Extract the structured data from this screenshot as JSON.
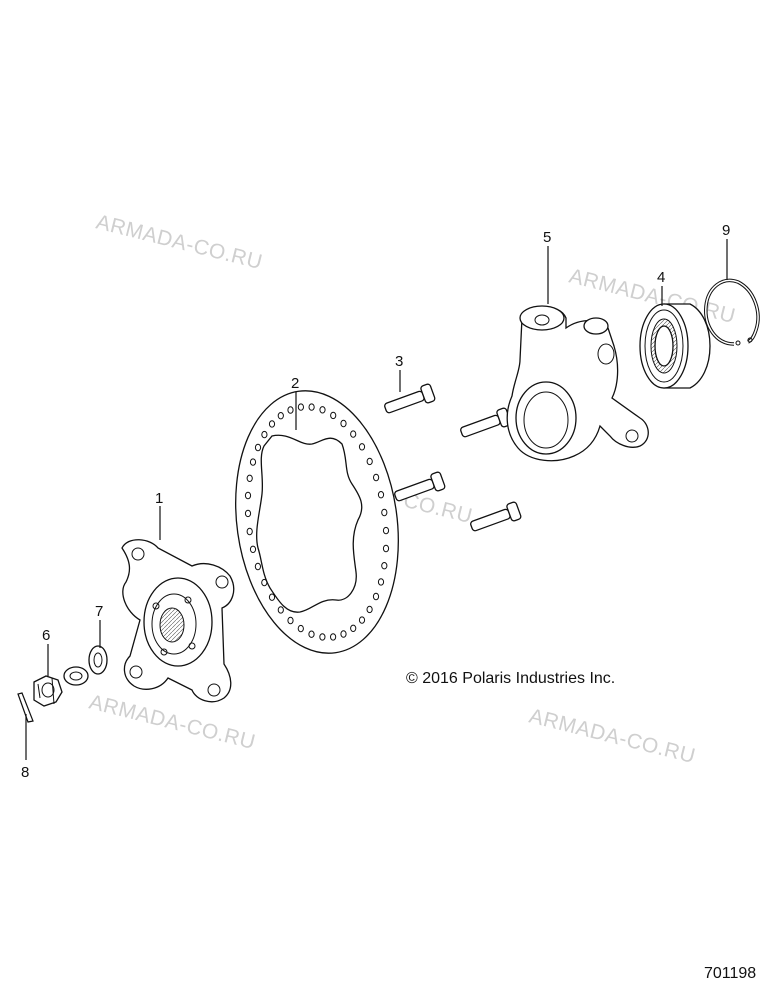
{
  "copyright": "© 2016 Polaris Industries Inc.",
  "figure_number": "701198",
  "watermark": "ARMADA-CO.RU",
  "callouts": [
    "1",
    "2",
    "3",
    "4",
    "5",
    "6",
    "7",
    "8",
    "9"
  ]
}
